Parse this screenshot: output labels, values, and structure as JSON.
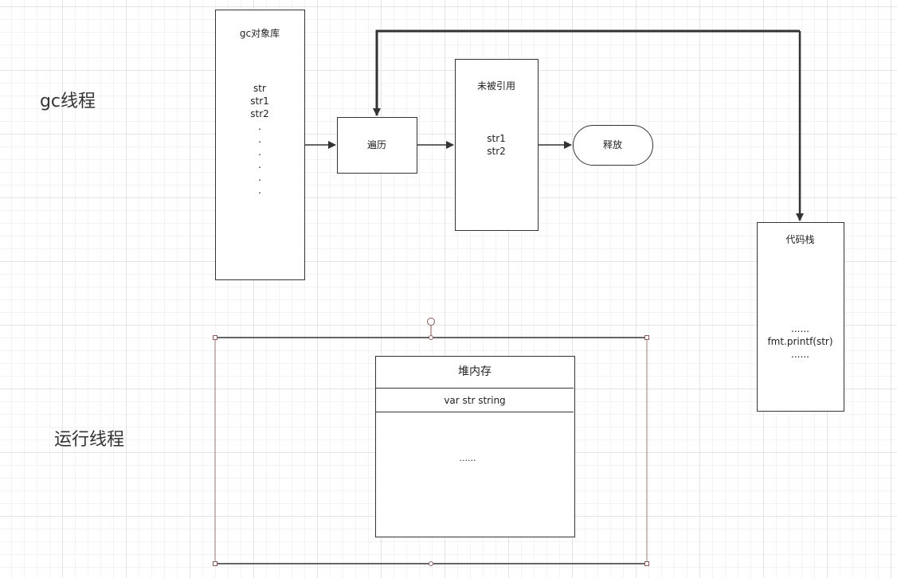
{
  "gc_thread_label": "gc线程",
  "run_thread_label": "运行线程",
  "gc_object_lib": {
    "title": "gc对象库",
    "items": [
      "str",
      "str1",
      "str2",
      ".",
      ".",
      ".",
      ".",
      ".",
      "."
    ]
  },
  "traverse_label": "遍历",
  "unreferenced": {
    "title": "未被引用",
    "items": [
      "str1",
      "str2"
    ]
  },
  "release_label": "释放",
  "code_stack": {
    "title": "代码栈",
    "lines": [
      "......",
      "fmt.printf(str)",
      "......"
    ]
  },
  "heap": {
    "title": "堆内存",
    "row": "var str string",
    "body": "......"
  },
  "colors": {
    "line": "#333333",
    "selection": "#8a5a5a"
  }
}
